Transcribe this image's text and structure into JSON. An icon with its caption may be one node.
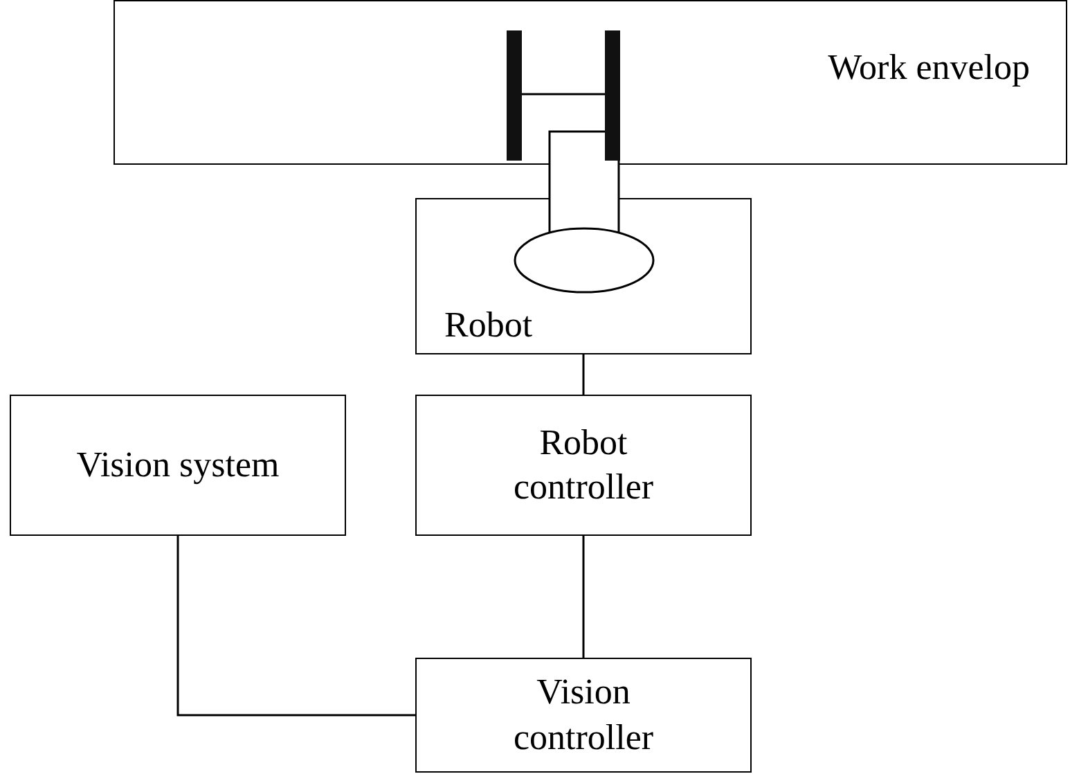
{
  "diagram": {
    "nodes": [
      {
        "text": [
          "Work envelop"
        ]
      },
      {
        "text": [
          "Robot"
        ]
      },
      {
        "text": [
          "Vision system"
        ]
      },
      {
        "text": [
          "Robot controller"
        ]
      },
      {
        "text": [
          "Vision controller"
        ]
      }
    ],
    "edges": [
      {
        "from": 1,
        "to": 3,
        "arrow": "none"
      },
      {
        "from": 3,
        "to": 4,
        "arrow": "none"
      },
      {
        "from": 2,
        "to": 4,
        "arrow": "none"
      }
    ]
  }
}
